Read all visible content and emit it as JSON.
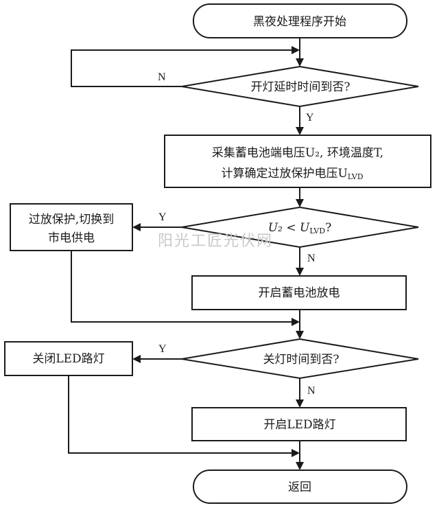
{
  "diagram": {
    "nodes": {
      "start": {
        "type": "terminal",
        "label": "黑夜处理程序开始"
      },
      "d1": {
        "type": "decision",
        "label": "开灯延时时间到否?"
      },
      "p1": {
        "type": "process",
        "lines": [
          "采集蓄电池端电压U₂, 环境温度T,",
          "计算确定过放保护电压U"
        ],
        "subscript": "LVD"
      },
      "d2": {
        "type": "decision",
        "label_parts": [
          "U₂ < U",
          "LVD",
          "?"
        ]
      },
      "overdischarge": {
        "type": "process",
        "lines": [
          "过放保护,切换到",
          "市电供电"
        ]
      },
      "p2": {
        "type": "process",
        "label": "开启蓄电池放电"
      },
      "d3": {
        "type": "decision",
        "label": "关灯时间到否?"
      },
      "off": {
        "type": "process",
        "label": "关闭LED路灯"
      },
      "on": {
        "type": "process",
        "label": "开启LED路灯"
      },
      "end": {
        "type": "terminal",
        "label": "返回"
      }
    },
    "edges": [
      {
        "from": "start",
        "to": "d1",
        "label": ""
      },
      {
        "from": "d1",
        "to": "d1",
        "label": "N"
      },
      {
        "from": "d1",
        "to": "p1",
        "label": "Y"
      },
      {
        "from": "p1",
        "to": "d2",
        "label": ""
      },
      {
        "from": "d2",
        "to": "overdischarge",
        "label": "Y"
      },
      {
        "from": "d2",
        "to": "p2",
        "label": "N"
      },
      {
        "from": "overdischarge",
        "to": "d3",
        "label": ""
      },
      {
        "from": "p2",
        "to": "d3",
        "label": ""
      },
      {
        "from": "d3",
        "to": "off",
        "label": "Y"
      },
      {
        "from": "d3",
        "to": "on",
        "label": "N"
      },
      {
        "from": "off",
        "to": "end",
        "label": ""
      },
      {
        "from": "on",
        "to": "end",
        "label": ""
      }
    ],
    "edge_labels": {
      "yes": "Y",
      "no": "N"
    },
    "watermark": "阳光工匠光伏网"
  }
}
